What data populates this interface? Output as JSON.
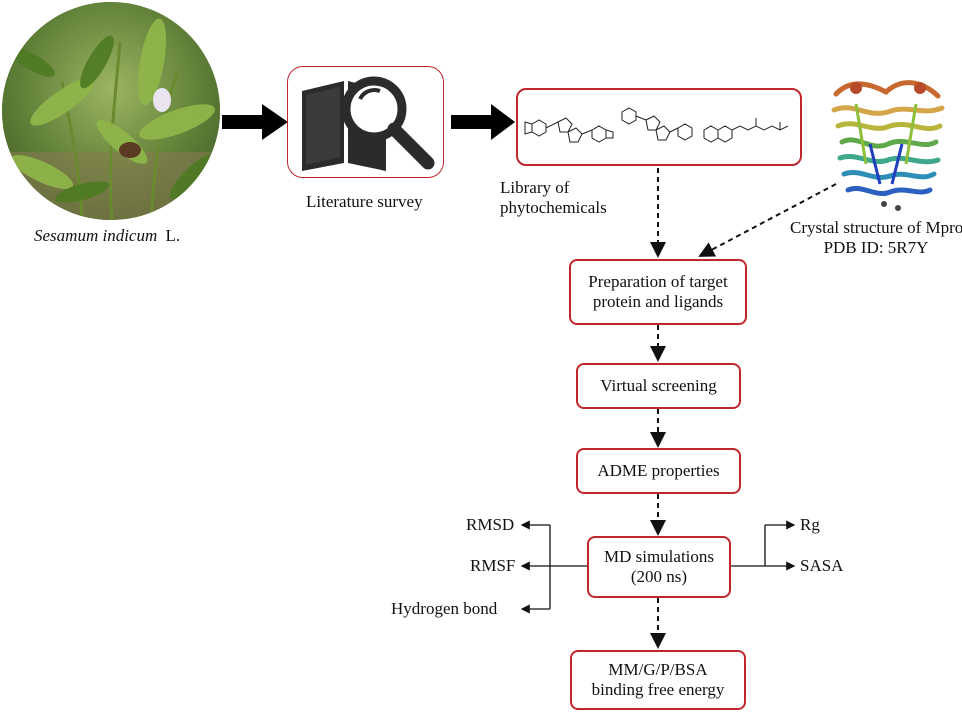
{
  "plant": {
    "species": "Sesamum indicum",
    "suffix": "L."
  },
  "literature": {
    "label": "Literature survey"
  },
  "library": {
    "label_line1": "Library of",
    "label_line2": "phytochemicals"
  },
  "crystal": {
    "line1": "Crystal structure of Mpro",
    "line2": "PDB ID: 5R7Y"
  },
  "steps": {
    "prep_line1": "Preparation of target",
    "prep_line2": "protein and ligands",
    "virtual": "Virtual screening",
    "adme": "ADME properties",
    "md_line1": "MD simulations",
    "md_line2": "(200 ns)",
    "mm_line1": "MM/G/P/BSA",
    "mm_line2": "binding free energy"
  },
  "md_outputs_left": [
    "RMSD",
    "RMSF",
    "Hydrogen bond"
  ],
  "md_outputs_right": [
    "Rg",
    "SASA"
  ],
  "colors": {
    "box_border": "#c0272d",
    "arrow": "#111111"
  }
}
